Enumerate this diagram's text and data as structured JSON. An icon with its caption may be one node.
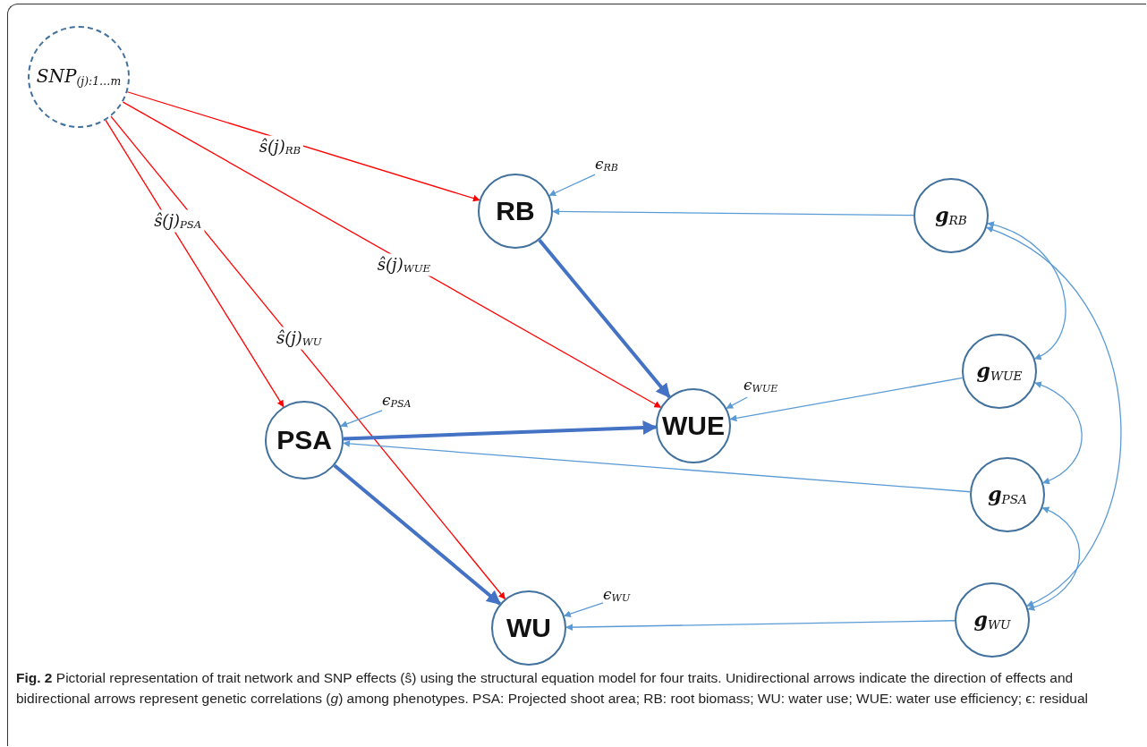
{
  "diagram": {
    "caption": "**Fig. 2**  Pictorial representation of trait network and SNP effects (ŝ) using the structural equation model for four traits. Unidirectional arrows indicate the direction of effects and bidirectional arrows represent genetic correlations (*g*) among phenotypes. PSA: Projected shoot area; RB: root biomass; WU: water use; WUE: water use efficiency; ϵ: residual",
    "nodes": [
      {
        "text": [
          "SNP$_{(j):1…m}$"
        ]
      },
      {
        "text": [
          "RB"
        ]
      },
      {
        "text": [
          "**g**$_{RB}$"
        ]
      },
      {
        "text": [
          "**g**$_{WUE}$"
        ]
      },
      {
        "text": [
          "PSA"
        ]
      },
      {
        "text": [
          "WUE"
        ]
      },
      {
        "text": [
          "**g**$_{PSA}$"
        ]
      },
      {
        "text": [
          "WU"
        ]
      },
      {
        "text": [
          "**g**$_{WU}$"
        ]
      },
      {
        "text": [
          "ϵ$_{RB}$"
        ]
      },
      {
        "text": [
          "ϵ$_{WUE}$"
        ]
      },
      {
        "text": [
          "ϵ$_{PSA}$"
        ]
      },
      {
        "text": [
          "ϵ$_{WU}$"
        ]
      }
    ],
    "edges": [
      {
        "from": 0,
        "to": 1,
        "arrow": "to",
        "label": "ŝ(j)$_{RB}$",
        "color": "#ff0000"
      },
      {
        "from": 0,
        "to": 5,
        "arrow": "to",
        "label": "ŝ(j)$_{WUE}$",
        "color": "#ff0000"
      },
      {
        "from": 0,
        "to": 4,
        "arrow": "to",
        "label": "ŝ(j)$_{PSA}$",
        "color": "#ff0000"
      },
      {
        "from": 0,
        "to": 7,
        "arrow": "to",
        "label": "ŝ(j)$_{WU}$",
        "color": "#ff0000"
      },
      {
        "from": 1,
        "to": 5,
        "arrow": "to",
        "style": "thick",
        "color": "#4472c4"
      },
      {
        "from": 4,
        "to": 5,
        "arrow": "to",
        "style": "thick",
        "color": "#4472c4"
      },
      {
        "from": 4,
        "to": 7,
        "arrow": "to",
        "style": "thick",
        "color": "#4472c4"
      },
      {
        "from": 2,
        "to": 1,
        "arrow": "to"
      },
      {
        "from": 3,
        "to": 5,
        "arrow": "to"
      },
      {
        "from": 6,
        "to": 4,
        "arrow": "to"
      },
      {
        "from": 8,
        "to": 7,
        "arrow": "to"
      },
      {
        "from": 9,
        "to": 1,
        "arrow": "to"
      },
      {
        "from": 10,
        "to": 5,
        "arrow": "to"
      },
      {
        "from": 11,
        "to": 4,
        "arrow": "to"
      },
      {
        "from": 12,
        "to": 7,
        "arrow": "to"
      },
      {
        "from": 2,
        "to": 3,
        "arrow": "both"
      },
      {
        "from": 3,
        "to": 6,
        "arrow": "both"
      },
      {
        "from": 6,
        "to": 8,
        "arrow": "both"
      },
      {
        "from": 2,
        "to": 8,
        "arrow": "both"
      }
    ]
  }
}
